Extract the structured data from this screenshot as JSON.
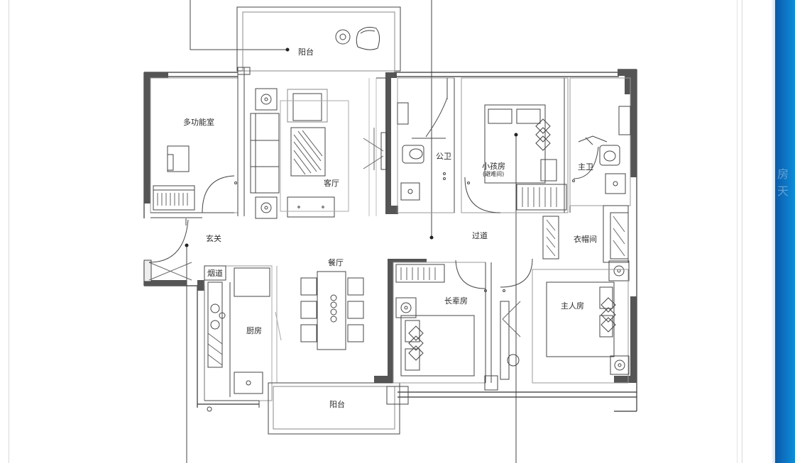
{
  "floorplan": {
    "rooms": {
      "balcony_top": "阳台",
      "multi_room": "多功能室",
      "living_room": "客厅",
      "public_bath": "公卫",
      "child_room": "小孩房",
      "child_room_note": "(避难间)",
      "master_bath": "主卫",
      "entrance": "玄关",
      "corridor": "过道",
      "closet": "衣帽间",
      "dining": "餐厅",
      "fridge": "烟道",
      "kitchen": "厨房",
      "elder_room": "长辈房",
      "master_room": "主人房",
      "balcony_bottom": "阳台"
    }
  },
  "watermark": "房天"
}
